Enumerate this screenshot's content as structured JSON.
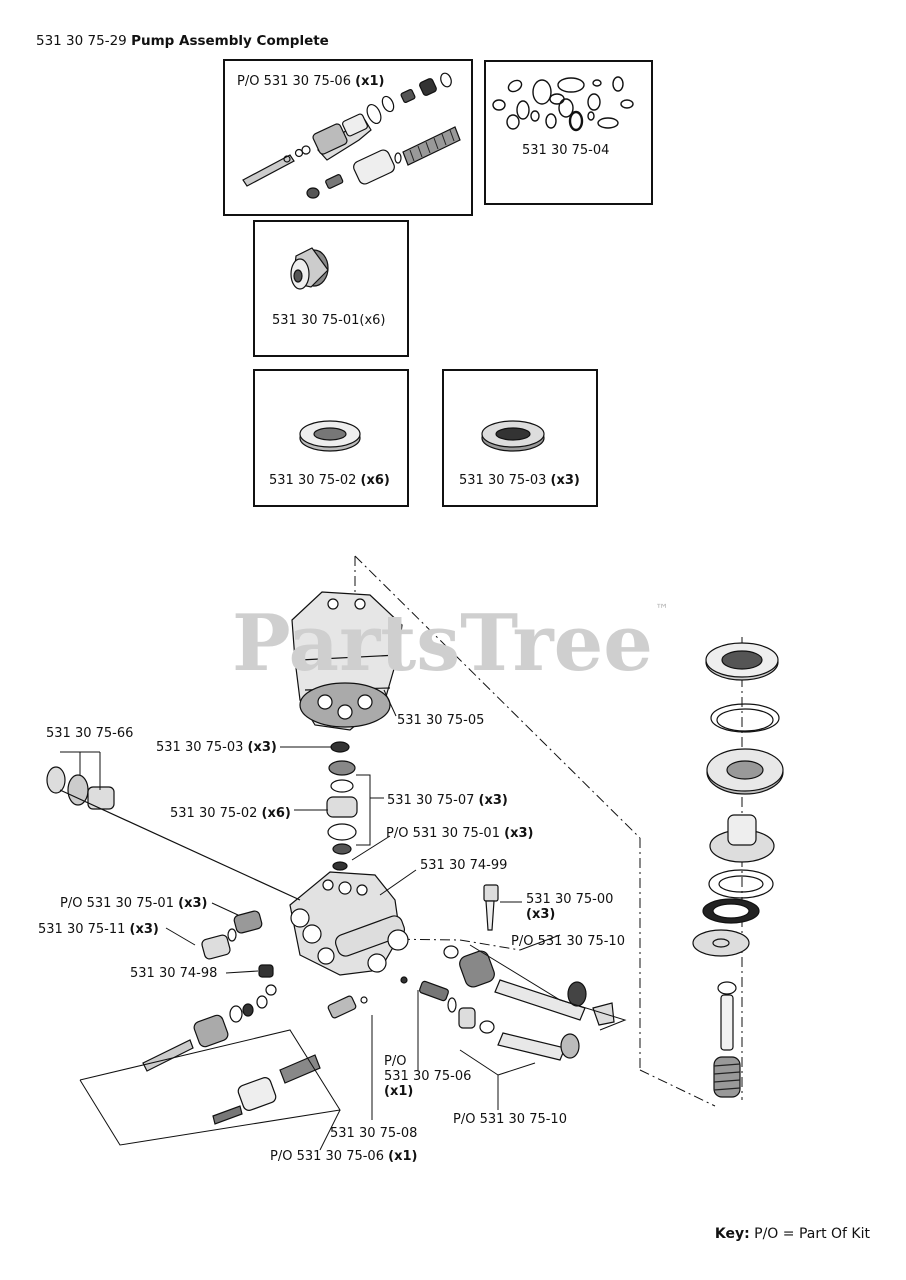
{
  "header": {
    "part_number": "531 30 75-29",
    "title": "Pump Assembly Complete"
  },
  "watermark": {
    "text": "PartsTree",
    "tm": "™"
  },
  "kits": {
    "valve_kit": {
      "prefix": "P/O 531 30 75-06",
      "qty": "(x1)"
    },
    "oring_kit": {
      "part": "531 30 75-04"
    },
    "check_valve": {
      "part": "531 30 75-01(x6)"
    },
    "seal_a": {
      "part": "531 30 75-02",
      "qty": "(x6)"
    },
    "seal_b": {
      "part": "531 30 75-03",
      "qty": "(x3)"
    }
  },
  "callouts": {
    "crankcase": "531 30 75-05",
    "seal_03": {
      "part": "531 30 75-03",
      "qty": "(x3)"
    },
    "pn_66": "531 30 75-66",
    "seal_07": {
      "part": "531 30 75-07",
      "qty": "(x3)"
    },
    "seal_02": {
      "part": "531 30 75-02",
      "qty": "(x6)"
    },
    "po_01_right": {
      "part": "P/O 531 30 75-01",
      "qty": "(x3)"
    },
    "manifold": "531 30 74-99",
    "po_01_left": {
      "part": "P/O 531 30 75-01",
      "qty": "(x3)"
    },
    "plug_11": {
      "part": "531 30 75-11",
      "qty": "(x3)"
    },
    "pn_00": {
      "part": "531 30 75-00",
      "qty": "(x3)"
    },
    "po_10_top": "P/O 531 30 75-10",
    "pn_98": "531 30 74-98",
    "po_06_mid": {
      "line1": "P/O",
      "line2": "531 30 75-06",
      "qty": "(x1)"
    },
    "po_10_bottom": "P/O 531 30 75-10",
    "pn_08": "531 30 75-08",
    "po_06_bottom": {
      "part": "P/O 531 30 75-06",
      "qty": "(x1)"
    }
  },
  "key": {
    "label": "Key:",
    "text": "P/O = Part Of Kit"
  }
}
